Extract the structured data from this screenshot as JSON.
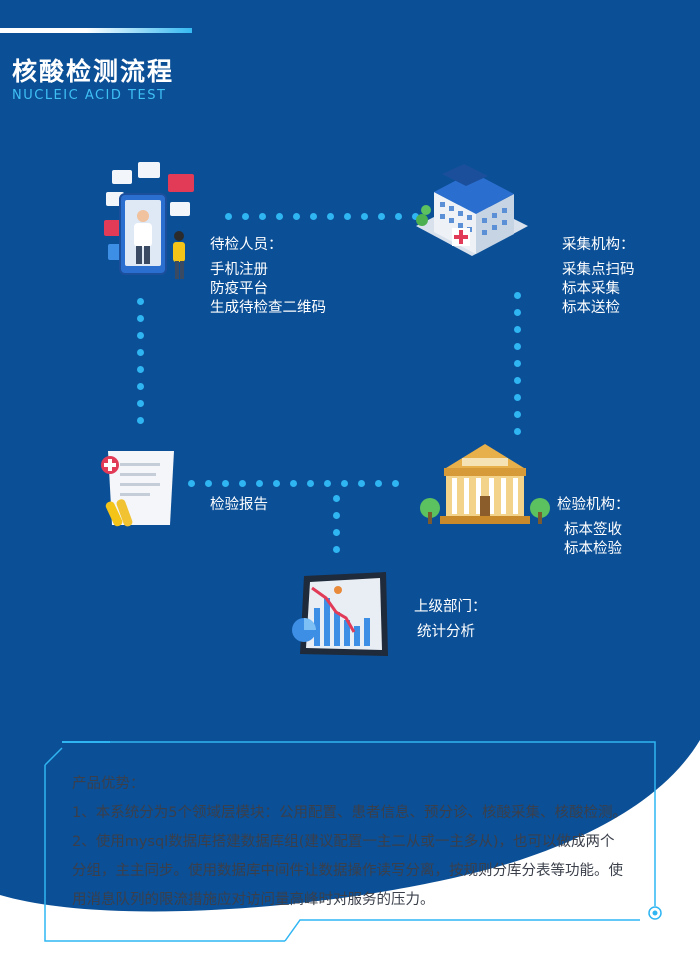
{
  "header": {
    "title": "核酸检测流程",
    "subtitle": "NUCLEIC ACID TEST"
  },
  "nodes": {
    "personnel": {
      "heading": "待检人员：",
      "items": [
        "手机注册",
        "防疫平台",
        "生成待检查二维码"
      ]
    },
    "collection": {
      "heading": "采集机构：",
      "items": [
        "采集点扫码",
        "标本采集",
        "标本送检"
      ]
    },
    "testing": {
      "heading": "检验机构：",
      "items": [
        "标本签收",
        "标本检验"
      ]
    },
    "report": {
      "heading": "检验报告"
    },
    "superior": {
      "heading": "上级部门：",
      "items": [
        "统计分析"
      ]
    }
  },
  "advantages": {
    "heading": "产品优势：",
    "lines": [
      "1、本系统分为5个领域层模块：公用配置、患者信息、预分诊、核酸采集、核酸检测。",
      "2、使用mysql数据库搭建数据库组(建议配置一主二从或一主多从)，也可以做成两个",
      "分组，主主同步。使用数据库中间件让数据操作读写分离，按规则分库分表等功能。使",
      "用消息队列的限流措施应对访问量高峰时对服务的压力。"
    ]
  },
  "colors": {
    "background": "#0b4f96",
    "accent": "#2fb5f2",
    "panel_text": "#3a3f4a"
  }
}
